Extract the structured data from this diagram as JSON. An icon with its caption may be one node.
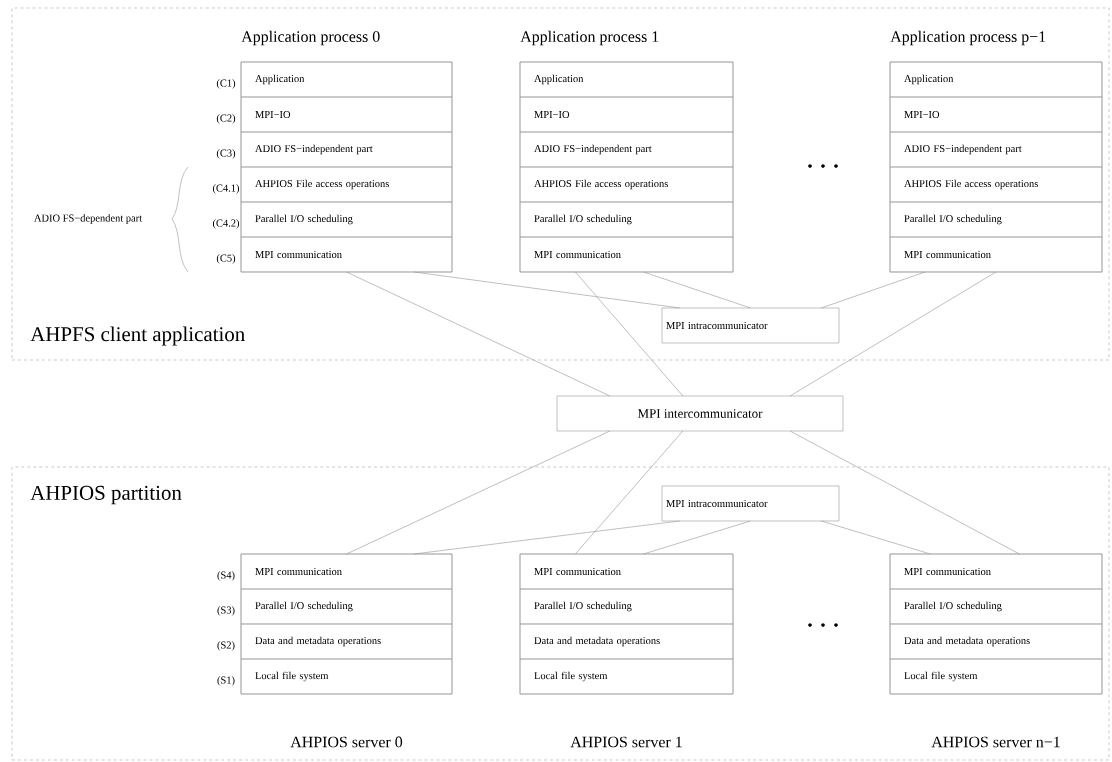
{
  "diagram": {
    "nodes": [
      {
        "text": [
          "AHPFS client application"
        ]
      },
      {
        "text": [
          "Application process 0"
        ],
        "in": 0
      },
      {
        "text": [
          "Application"
        ],
        "in": 1
      },
      {
        "text": [
          "MPI−IO"
        ],
        "in": 1
      },
      {
        "text": [
          "ADIO FS−independent part"
        ],
        "in": 1
      },
      {
        "text": [
          "AHPIOS File access operations"
        ],
        "in": 1
      },
      {
        "text": [
          "Parallel I/O scheduling"
        ],
        "in": 1
      },
      {
        "text": [
          "MPI communication"
        ],
        "in": 1
      },
      {
        "text": [
          "Application process 1"
        ],
        "in": 0
      },
      {
        "text": [
          "Application"
        ],
        "in": 8
      },
      {
        "text": [
          "MPI−IO"
        ],
        "in": 8
      },
      {
        "text": [
          "ADIO FS−independent part"
        ],
        "in": 8
      },
      {
        "text": [
          "AHPIOS File access operations"
        ],
        "in": 8
      },
      {
        "text": [
          "Parallel I/O scheduling"
        ],
        "in": 8
      },
      {
        "text": [
          "MPI communication"
        ],
        "in": 8
      },
      {
        "text": [
          "Application process p−1"
        ],
        "in": 0
      },
      {
        "text": [
          "Application"
        ],
        "in": 15
      },
      {
        "text": [
          "MPI−IO"
        ],
        "in": 15
      },
      {
        "text": [
          "ADIO FS−independent part"
        ],
        "in": 15
      },
      {
        "text": [
          "AHPIOS File access operations"
        ],
        "in": 15
      },
      {
        "text": [
          "Parallel I/O scheduling"
        ],
        "in": 15
      },
      {
        "text": [
          "MPI communication"
        ],
        "in": 15
      },
      {
        "text": [
          "MPI intracommunicator"
        ],
        "in": 0
      },
      {
        "text": [
          "MPI intercommunicator"
        ]
      },
      {
        "text": [
          "AHPIOS partition"
        ]
      },
      {
        "text": [
          "AHPIOS server 0"
        ],
        "in": 24
      },
      {
        "text": [
          "MPI communication"
        ],
        "in": 25
      },
      {
        "text": [
          "Parallel I/O scheduling"
        ],
        "in": 25
      },
      {
        "text": [
          "Data and metadata operations"
        ],
        "in": 25
      },
      {
        "text": [
          "Local file system"
        ],
        "in": 25
      },
      {
        "text": [
          "AHPIOS server 1"
        ],
        "in": 24
      },
      {
        "text": [
          "MPI communication"
        ],
        "in": 30
      },
      {
        "text": [
          "Parallel I/O scheduling"
        ],
        "in": 30
      },
      {
        "text": [
          "Data and metadata operations"
        ],
        "in": 30
      },
      {
        "text": [
          "Local file system"
        ],
        "in": 30
      },
      {
        "text": [
          "AHPIOS server n−1"
        ],
        "in": 24
      },
      {
        "text": [
          "MPI communication"
        ],
        "in": 35
      },
      {
        "text": [
          "Parallel I/O scheduling"
        ],
        "in": 35
      },
      {
        "text": [
          "Data and metadata operations"
        ],
        "in": 35
      },
      {
        "text": [
          "Local file system"
        ],
        "in": 35
      },
      {
        "text": [
          "MPI intracommunicator"
        ],
        "in": 24
      }
    ],
    "edges": [
      {
        "from": 7,
        "to": 22,
        "arrow": "none"
      },
      {
        "from": 7,
        "to": 23,
        "arrow": "none"
      },
      {
        "from": 14,
        "to": 22,
        "arrow": "none"
      },
      {
        "from": 14,
        "to": 23,
        "arrow": "none"
      },
      {
        "from": 21,
        "to": 22,
        "arrow": "none"
      },
      {
        "from": 21,
        "to": 23,
        "arrow": "none"
      },
      {
        "from": 23,
        "to": 26,
        "arrow": "none"
      },
      {
        "from": 40,
        "to": 26,
        "arrow": "none"
      },
      {
        "from": 23,
        "to": 31,
        "arrow": "none"
      },
      {
        "from": 40,
        "to": 31,
        "arrow": "none"
      },
      {
        "from": 40,
        "to": 36,
        "arrow": "none"
      },
      {
        "from": 23,
        "to": 36,
        "arrow": "none"
      }
    ],
    "labels": [
      "(C1)",
      "(C2)",
      "(C3)",
      "(C4.1)",
      "(C4.2)",
      "(C5)",
      "ADIO FS−dependent part",
      "(S4)",
      "(S3)",
      "(S2)",
      "(S1)"
    ]
  }
}
